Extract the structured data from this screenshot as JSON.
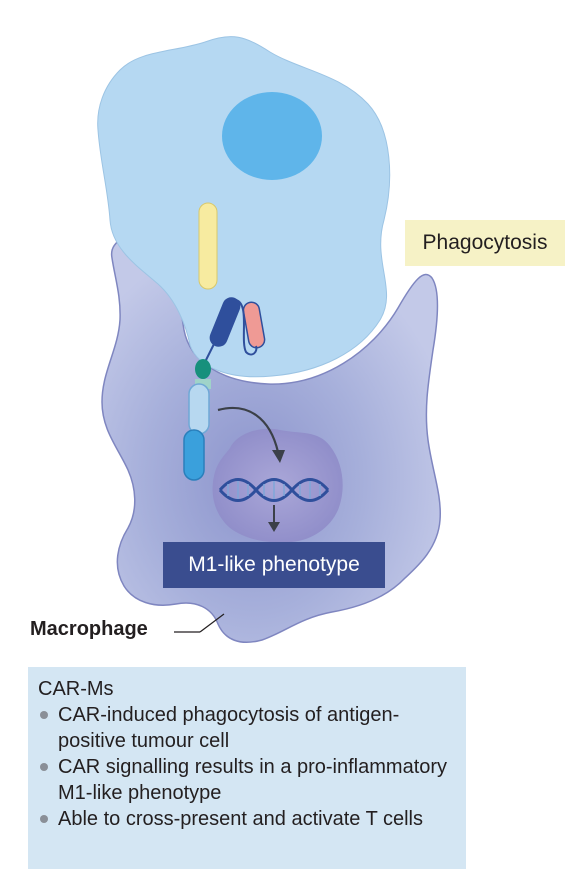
{
  "labels": {
    "phagocytosis": "Phagocytosis",
    "m1_phenotype": "M1-like phenotype",
    "macrophage": "Macrophage"
  },
  "info_box": {
    "title": "CAR-Ms",
    "items": [
      "CAR-induced phagocytosis of antigen-positive tumour cell",
      "CAR signalling results in a pro-inflammatory M1-like phenotype",
      "Able to cross-present and activate T cells"
    ]
  },
  "colors": {
    "tumour_cell": "#b3d6f1",
    "tumour_nucleus": "#5fb3e8",
    "macrophage": "#aeb6dc",
    "antigen": "#f7eba0",
    "car_scfv_dark": "#2f4f9c",
    "car_scfv_light": "#ef9a95",
    "car_hinge": "#17907c",
    "car_signalling_light": "#b7d8f0",
    "car_signalling_dark": "#3aa0dc",
    "m1_box": "#3a4d8f",
    "phagocytosis_box": "#f6f2c6",
    "info_box": "#d4e6f3"
  }
}
